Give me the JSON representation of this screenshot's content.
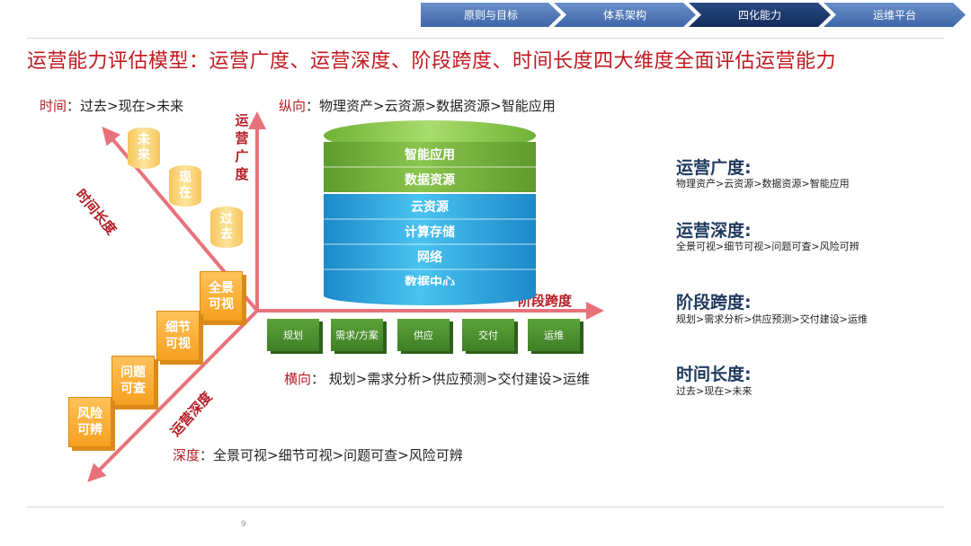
{
  "nav": [
    "原则与目标",
    "体系架构",
    "四化能力",
    "运维平台"
  ],
  "nav_active_index": 2,
  "title": "运营能力评估模型：运营广度、运营深度、阶段跨度、时间长度四大维度全面评估运营能力",
  "time_label": {
    "prefix": "时间",
    "text": "：过去>现在>未来"
  },
  "vertical_label": {
    "prefix": "纵向",
    "text": "：物理资产>云资源>数据资源>智能应用"
  },
  "horizontal_label": {
    "prefix": "横向",
    "text": "：  规划>需求分析>供应预测>交付建设>运维"
  },
  "depth_label": {
    "prefix": "深度",
    "text": "：全景可视>细节可视>问题可查>风险可辨"
  },
  "axes": {
    "breadth": "运营广度",
    "stage": "阶段跨度",
    "time": "时间长度",
    "depth": "运营深度"
  },
  "layers": [
    "智能应用",
    "数据资源",
    "云资源",
    "计算存储",
    "网络",
    "数据中心"
  ],
  "stages": [
    "规划",
    "需求/方案",
    "供应",
    "交付",
    "运维"
  ],
  "depth_boxes": [
    "全景可视",
    "细节可视",
    "问题可查",
    "风险可辨"
  ],
  "time_cylinders": [
    "未来",
    "现在",
    "过去"
  ],
  "sidebar": [
    {
      "title": "运营广度:",
      "text": "物理资产>云资源>数据资源>智能应用"
    },
    {
      "title": "运营深度:",
      "text": "全景可视>细节可视>问题可查>风险可辨"
    },
    {
      "title": "阶段跨度:",
      "text": "规划>需求分析>供应预测>交付建设>运维"
    },
    {
      "title": "时间长度:",
      "text": "过去>现在>未来"
    }
  ],
  "page_number": "9",
  "colors": {
    "title_red": "#c0191f",
    "axis_red": "#e8727a",
    "nav_blue": "#4a72b4",
    "nav_active": "#1a3466"
  }
}
